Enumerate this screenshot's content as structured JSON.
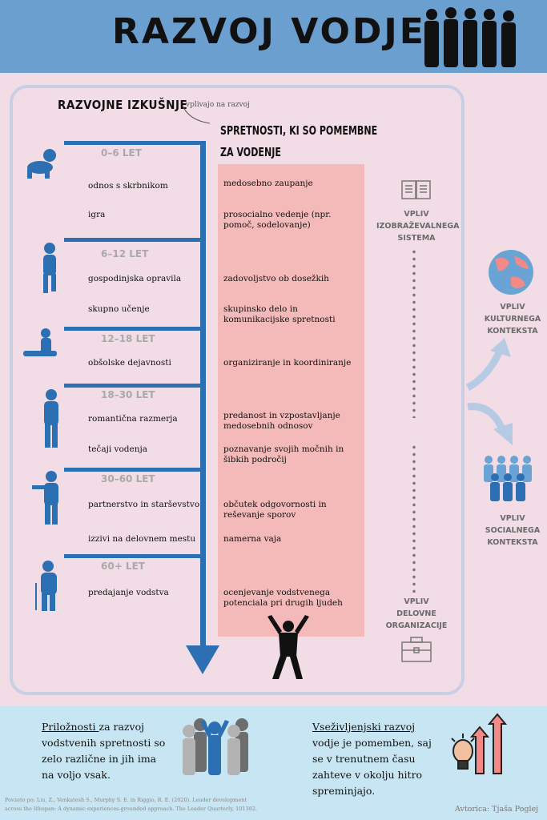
{
  "header": {
    "title": "RAZVOJ VODJE"
  },
  "headings": {
    "left": "RAZVOJNE IZKUŠNJE",
    "connector": "vplivajo na razvoj",
    "right": "SPRETNOSTI, KI SO POMEMBNE ZA VODENJE"
  },
  "ages": [
    "0–6 LET",
    "6–12 LET",
    "12–18 LET",
    "18–30 LET",
    "30–60 LET",
    "60+ LET"
  ],
  "rows": [
    {
      "experience": "odnos s skrbnikom",
      "skill": "medosebno zaupanje"
    },
    {
      "experience": "igra",
      "skill": "prosocialno vedenje (npr. pomoč, sodelovanje)"
    },
    {
      "experience": "gospodinjska opravila",
      "skill": "zadovoljstvo ob dosežkih"
    },
    {
      "experience": "skupno učenje",
      "skill": "skupinsko delo in komunikacijske spretnosti"
    },
    {
      "experience": "obšolske dejavnosti",
      "skill": "organiziranje in koordiniranje"
    },
    {
      "experience": "romantična razmerja",
      "skill": "predanost in vzpostavljanje medosebnih odnosov"
    },
    {
      "experience": "tečaji vodenja",
      "skill": "poznavanje svojih močnih in šibkih področij"
    },
    {
      "experience": "partnerstvo in starševstvo",
      "skill": "občutek odgovornosti in reševanje sporov"
    },
    {
      "experience": "izzivi na delovnem mestu",
      "skill": "namerna vaja"
    },
    {
      "experience": "predajanje vodstva",
      "skill": "ocenjevanje vodstvenega potenciala pri drugih ljudeh"
    }
  ],
  "influences": {
    "education": "VPLIV IZOBRAŽEVALNEGA SISTEMA",
    "organization": "VPLIV DELOVNE ORGANIZACIJE",
    "culture": "VPLIV KULTURNEGA KONTEKSTA",
    "social": "VPLIV SOCIALNEGA KONTEKSTA"
  },
  "footer": {
    "left_underlined": "Priložnosti ",
    "left_text": "za razvoj vodstvenih spretnosti so zelo različne in jih ima na voljo vsak.",
    "right_underlined": "Vseživljenjski razvoj",
    "right_text": " vodje je pomemben, saj se v trenutnem času zahteve v okolju hitro spreminjajo.",
    "citation": "Povzeto po: Liu, Z., Venkatesh S., Murphy S. E. in Riggio, R. E. (2020). Leader development across the lifespan: A dynamic experiences-grounded approach. The Leader Quarterly, 101382.",
    "author": "Avtorica: Tjaša Poglej"
  },
  "colors": {
    "header": "#6a9fd0",
    "timeline": "#2d6fb3",
    "skills_column": "#f4b9b9",
    "background": "#f2dde6",
    "footer": "#c7e5f2"
  }
}
